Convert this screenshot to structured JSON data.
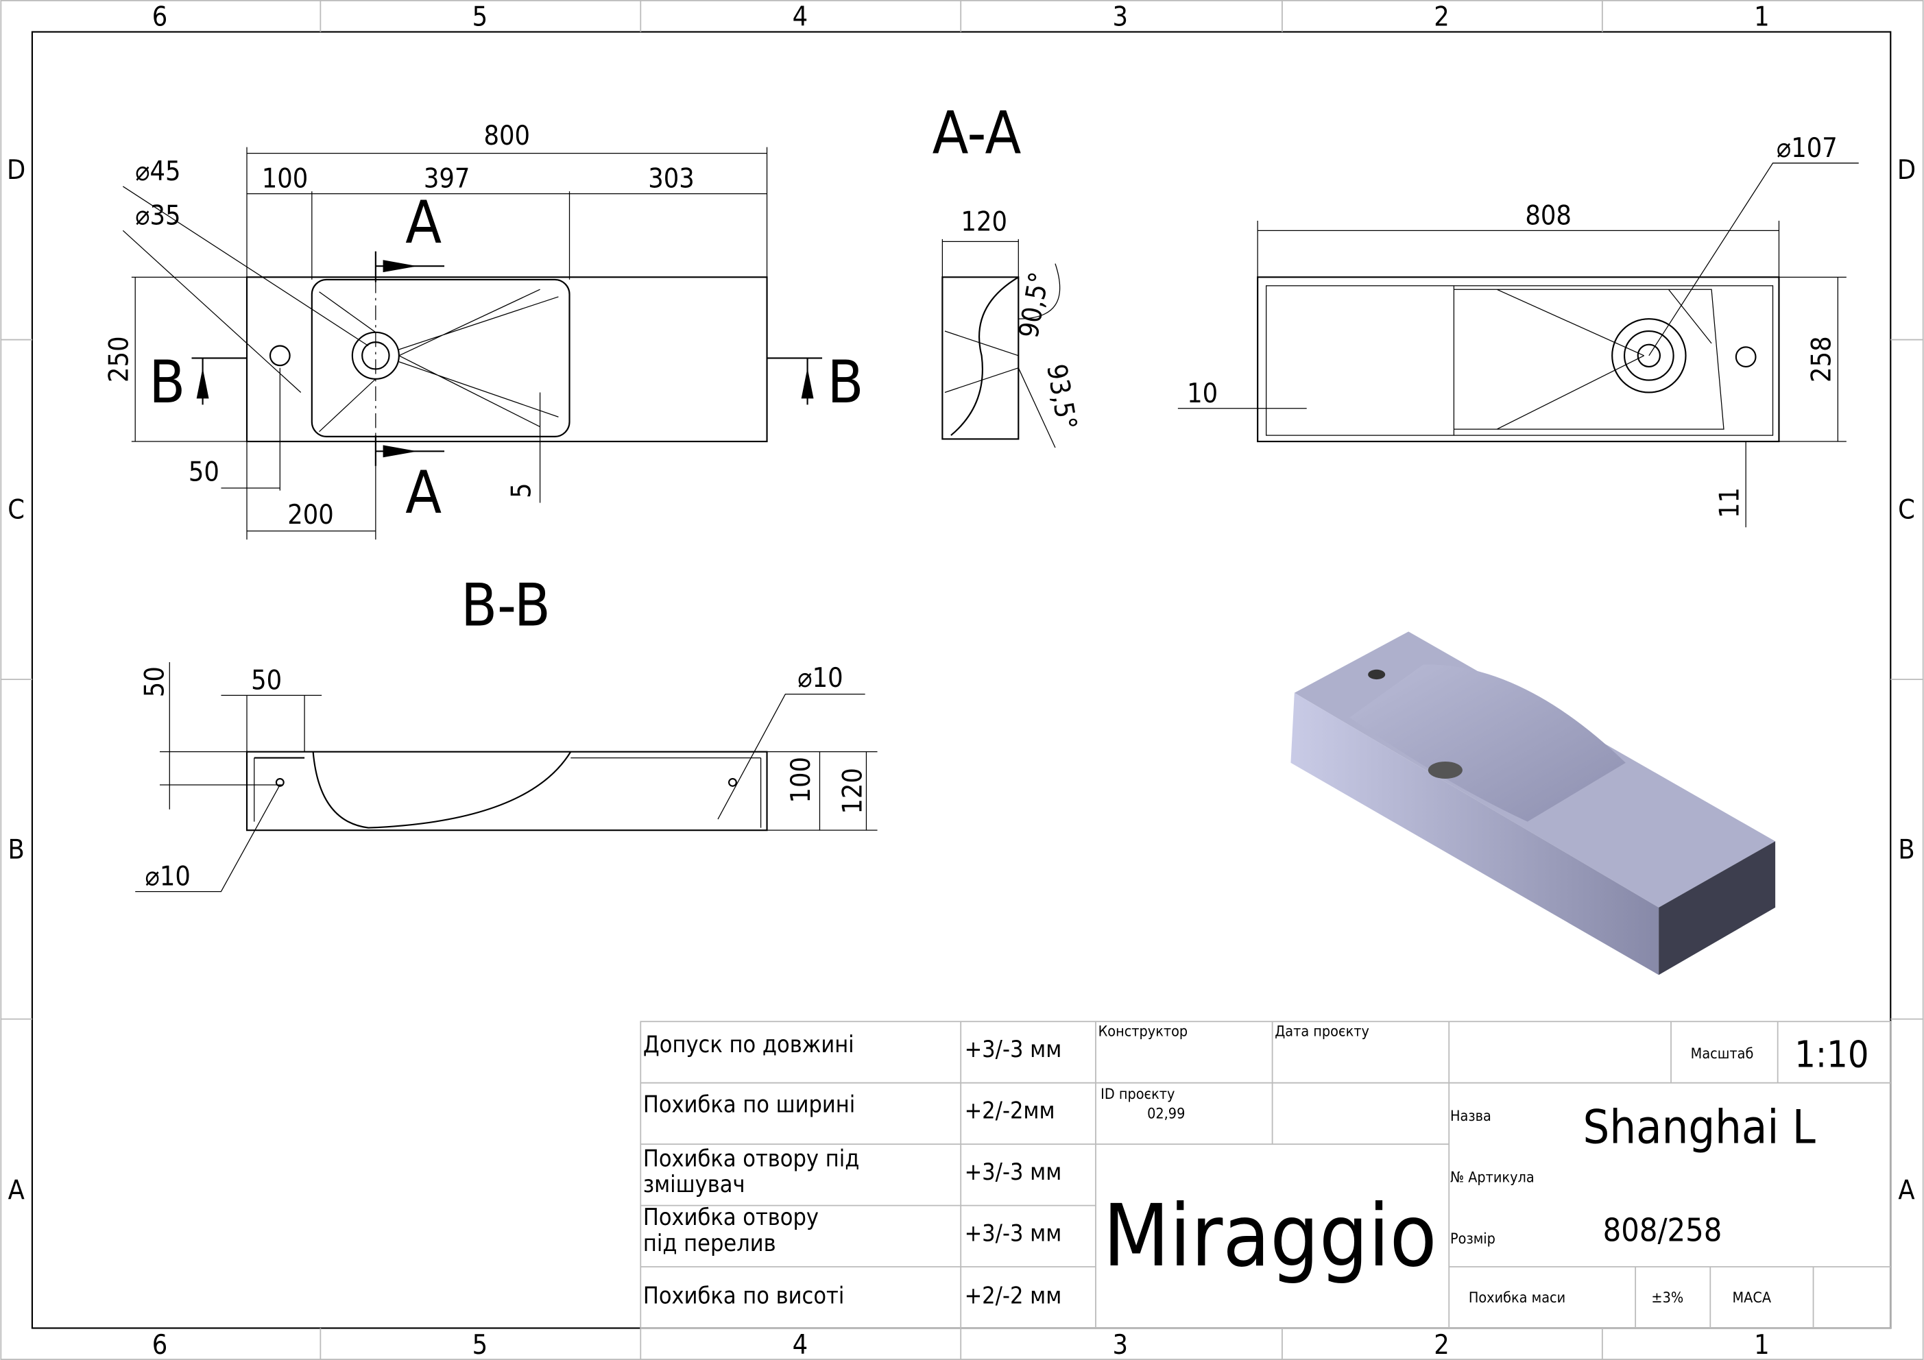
{
  "grid": {
    "columns": [
      "6",
      "5",
      "4",
      "3",
      "2",
      "1"
    ],
    "rows": [
      "D",
      "C",
      "B",
      "A"
    ]
  },
  "views": {
    "section_aa": "A-A",
    "section_bb": "B-B",
    "cut_a": "A",
    "cut_b": "B"
  },
  "top_view_dims": {
    "d45": "⌀45",
    "d35": "⌀35",
    "total": "800",
    "left": "100",
    "mid": "397",
    "right": "303",
    "height": "250",
    "d50": "50",
    "d200": "200",
    "d5": "5"
  },
  "aa_dims": {
    "width": "120",
    "angle1": "90,5°",
    "angle2": "93,5°"
  },
  "right_view_dims": {
    "d107": "⌀107",
    "length": "808",
    "wall": "10",
    "height": "258",
    "d11": "11"
  },
  "bb_dims": {
    "d50v": "50",
    "d50h": "50",
    "d10a": "⌀10",
    "d10b": "⌀10",
    "h100": "100",
    "h120": "120"
  },
  "title_block": {
    "tolerances": [
      {
        "label": "Допуск по довжині",
        "value": "+3/-3 мм"
      },
      {
        "label": "Похибка по ширині",
        "value": "+2/-2мм"
      },
      {
        "label": "Похибка отвору під",
        "label2": "змішувач",
        "value": "+3/-3 мм"
      },
      {
        "label": "Похибка отвору",
        "label2": "під перелив",
        "value": "+3/-3 мм"
      },
      {
        "label": "Похибка по висоті",
        "value": "+2/-2 мм"
      }
    ],
    "designer_label": "Конструктор",
    "date_label": "Дата проєкту",
    "project_id_label": "ID проєкту",
    "project_id": "02,99",
    "brand": "Miraggio",
    "scale_label": "Масштаб",
    "scale": "1:10",
    "name_label": "Назва",
    "name": "Shanghai L",
    "article_label": "№ Артикула",
    "size_label": "Розмір",
    "size": "808/258",
    "mass_tol_label": "Похибка маси",
    "mass_tol": "±3%",
    "mass_label": "МАСА"
  }
}
